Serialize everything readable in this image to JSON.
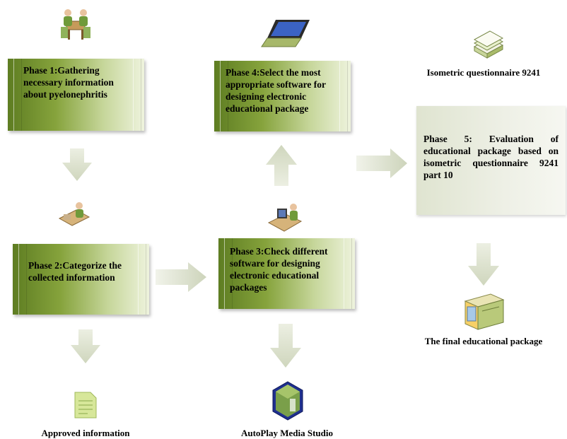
{
  "phases": {
    "phase1": "Phase 1:Gathering necessary information about pyelonephritis",
    "phase2": "Phase 2:Categorize the collected information",
    "phase3": "Phase 3:Check different software for designing electronic educational packages",
    "phase4": "Phase 4:Select the most appropriate software for designing electronic educational package",
    "phase5": "Phase 5: Evaluation of educational package based on isometric questionnaire 9241 part 10"
  },
  "labels": {
    "approved": "Approved information",
    "autoplay": "AutoPlay Media Studio",
    "isometric": "Isometric questionnaire 9241",
    "final": "The final educational package"
  },
  "icons": {
    "phase1": "meeting-people-icon",
    "phase2": "person-at-desk-icon",
    "phase3": "person-at-computer-icon",
    "phase4": "laptop-icon",
    "approved": "document-icon",
    "autoplay": "software-box-icon",
    "isometric": "stacked-papers-icon",
    "final": "computer-tower-icon"
  },
  "colors": {
    "phase_box_dark": "#5e7d22",
    "phase_box_light": "#eef3dd",
    "evaluation_box": "#eef0e6",
    "arrow": "#d8dec8"
  }
}
